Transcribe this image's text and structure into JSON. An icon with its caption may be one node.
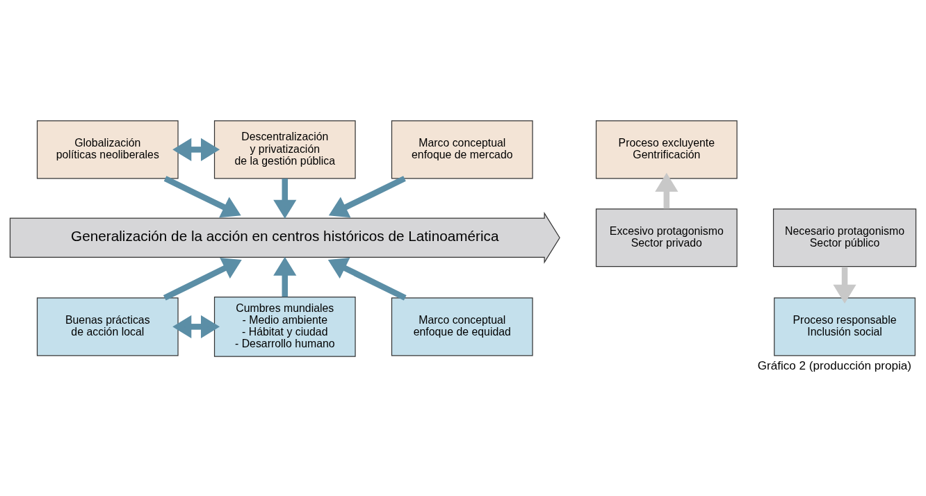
{
  "diagram": {
    "caption": "Gráfico 2 (producción propia)",
    "nodes": [
      {
        "text": [
          "Globalización políticas neoliberales"
        ]
      },
      {
        "text": [
          "Descentralización y privatización de la gestión pública"
        ]
      },
      {
        "text": [
          "Marco conceptual enfoque de mercado"
        ]
      },
      {
        "text": [
          "Proceso excluyente Gentrificación"
        ]
      },
      {
        "text": [
          "Generalización de la acción en centros históricos de Latinoamérica"
        ]
      },
      {
        "text": [
          "Excesivo protagonismo Sector privado"
        ]
      },
      {
        "text": [
          "Necesario protagonismo Sector público"
        ]
      },
      {
        "text": [
          "Buenas prácticas de acción local"
        ]
      },
      {
        "text": [
          "Cumbres mundiales - Medio ambiente - Hábitat y ciudad - Desarrollo humano"
        ]
      },
      {
        "text": [
          "Marco conceptual enfoque de equidad"
        ]
      },
      {
        "text": [
          "Proceso responsable Inclusión social"
        ]
      }
    ],
    "edges": [
      {
        "from": 0,
        "to": 1,
        "arrow": "both"
      },
      {
        "from": 0,
        "to": 4,
        "arrow": "to"
      },
      {
        "from": 1,
        "to": 4,
        "arrow": "to"
      },
      {
        "from": 2,
        "to": 4,
        "arrow": "to"
      },
      {
        "from": 5,
        "to": 3,
        "arrow": "to",
        "color": "#c8c8c8"
      },
      {
        "from": 6,
        "to": 10,
        "arrow": "to",
        "color": "#c8c8c8"
      },
      {
        "from": 7,
        "to": 4,
        "arrow": "to"
      },
      {
        "from": 8,
        "to": 4,
        "arrow": "to"
      },
      {
        "from": 9,
        "to": 4,
        "arrow": "to"
      },
      {
        "from": 7,
        "to": 8,
        "arrow": "both"
      }
    ]
  }
}
